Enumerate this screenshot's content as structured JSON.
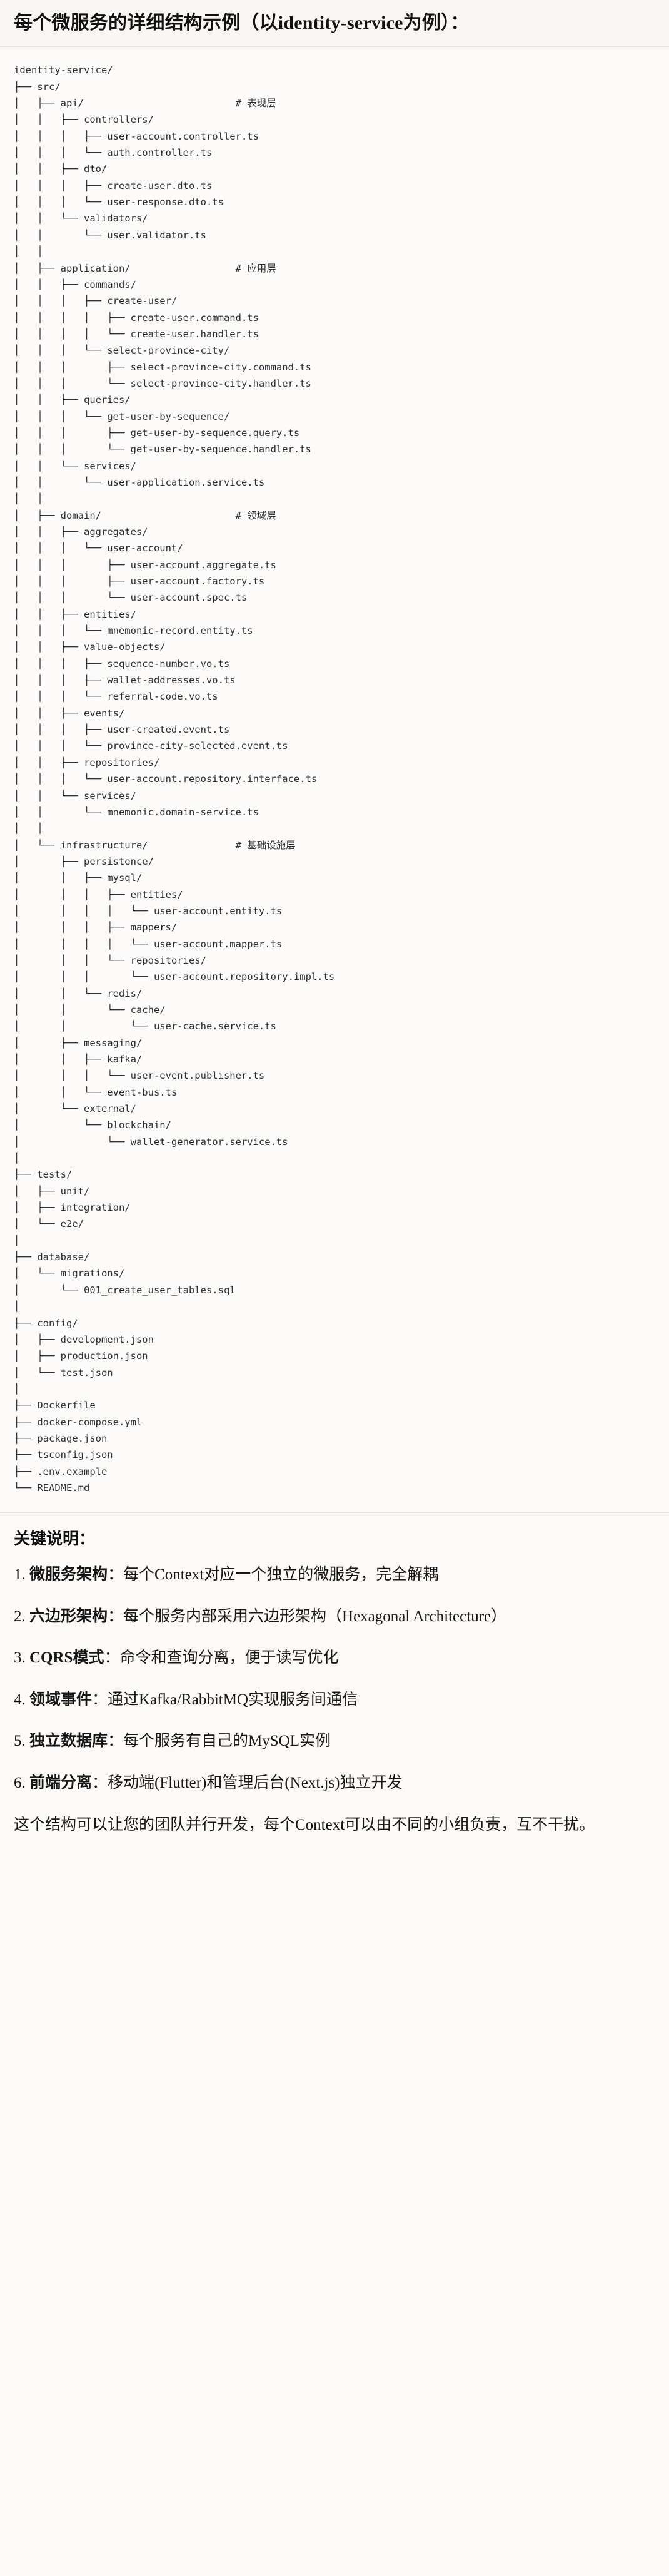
{
  "header": {
    "title": "每个微服务的详细结构示例（以identity-service为例）："
  },
  "tree": {
    "root_label": "identity-service/",
    "comments": {
      "api": "# 表现层",
      "application": "# 应用层",
      "domain": "# 领域层",
      "infrastructure": "# 基础设施层"
    },
    "text": "identity-service/\n├── src/\n│   ├── api/                          # 表现层\n│   │   ├── controllers/\n│   │   │   ├── user-account.controller.ts\n│   │   │   └── auth.controller.ts\n│   │   ├── dto/\n│   │   │   ├── create-user.dto.ts\n│   │   │   └── user-response.dto.ts\n│   │   └── validators/\n│   │       └── user.validator.ts\n│   │\n│   ├── application/                  # 应用层\n│   │   ├── commands/\n│   │   │   ├── create-user/\n│   │   │   │   ├── create-user.command.ts\n│   │   │   │   └── create-user.handler.ts\n│   │   │   └── select-province-city/\n│   │   │       ├── select-province-city.command.ts\n│   │   │       └── select-province-city.handler.ts\n│   │   ├── queries/\n│   │   │   └── get-user-by-sequence/\n│   │   │       ├── get-user-by-sequence.query.ts\n│   │   │       └── get-user-by-sequence.handler.ts\n│   │   └── services/\n│   │       └── user-application.service.ts\n│   │\n│   ├── domain/                       # 领域层\n│   │   ├── aggregates/\n│   │   │   └── user-account/\n│   │   │       ├── user-account.aggregate.ts\n│   │   │       ├── user-account.factory.ts\n│   │   │       └── user-account.spec.ts\n│   │   ├── entities/\n│   │   │   └── mnemonic-record.entity.ts\n│   │   ├── value-objects/\n│   │   │   ├── sequence-number.vo.ts\n│   │   │   ├── wallet-addresses.vo.ts\n│   │   │   └── referral-code.vo.ts\n│   │   ├── events/\n│   │   │   ├── user-created.event.ts\n│   │   │   └── province-city-selected.event.ts\n│   │   ├── repositories/\n│   │   │   └── user-account.repository.interface.ts\n│   │   └── services/\n│   │       └── mnemonic.domain-service.ts\n│   │\n│   └── infrastructure/               # 基础设施层\n│       ├── persistence/\n│       │   ├── mysql/\n│       │   │   ├── entities/\n│       │   │   │   └── user-account.entity.ts\n│       │   │   ├── mappers/\n│       │   │   │   └── user-account.mapper.ts\n│       │   │   └── repositories/\n│       │   │       └── user-account.repository.impl.ts\n│       │   └── redis/\n│       │       └── cache/\n│       │           └── user-cache.service.ts\n│       ├── messaging/\n│       │   ├── kafka/\n│       │   │   └── user-event.publisher.ts\n│       │   └── event-bus.ts\n│       └── external/\n│           └── blockchain/\n│               └── wallet-generator.service.ts\n│\n├── tests/\n│   ├── unit/\n│   ├── integration/\n│   └── e2e/\n│\n├── database/\n│   └── migrations/\n│       └── 001_create_user_tables.sql\n│\n├── config/\n│   ├── development.json\n│   ├── production.json\n│   └── test.json\n│\n├── Dockerfile\n├── docker-compose.yml\n├── package.json\n├── tsconfig.json\n├── .env.example\n└── README.md"
  },
  "notes": {
    "heading": "关键说明：",
    "items": [
      {
        "term": "微服务架构",
        "sep": "：",
        "desc": "每个Context对应一个独立的微服务，完全解耦"
      },
      {
        "term": "六边形架构",
        "sep": "：",
        "desc": "每个服务内部采用六边形架构（Hexagonal Architecture）"
      },
      {
        "term": "CQRS模式",
        "sep": "：",
        "desc": "命令和查询分离，便于读写优化"
      },
      {
        "term": "领域事件",
        "sep": "：",
        "desc": "通过Kafka/RabbitMQ实现服务间通信"
      },
      {
        "term": "独立数据库",
        "sep": "：",
        "desc": "每个服务有自己的MySQL实例"
      },
      {
        "term": "前端分离",
        "sep": "：",
        "desc": "移动端(Flutter)和管理后台(Next.js)独立开发"
      }
    ],
    "closing": "这个结构可以让您的团队并行开发，每个Context可以由不同的小组负责，互不干扰。"
  }
}
